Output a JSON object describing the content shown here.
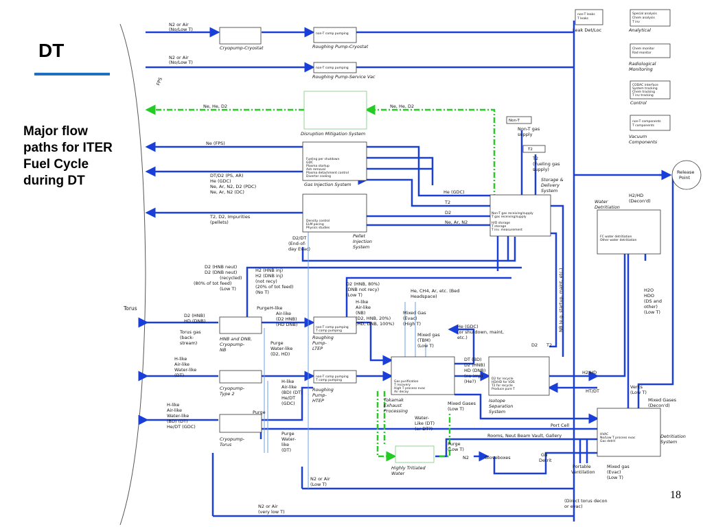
{
  "slide": {
    "title": "DT",
    "subtitle": "Major flow\npaths for ITER\nFuel Cycle\nduring DT",
    "page_number": "18"
  },
  "colors": {
    "flow_main": "#1a3fd8",
    "flow_thin": "#6aa0e0",
    "flow_dmss": "#22cc22",
    "accent_rule": "#1f6fbf",
    "box_stroke": "#333333"
  },
  "labels": {
    "torus": "Torus",
    "fps": "FPS",
    "n2air1": "N2 or Air",
    "n2air1b": "(No/Low T)",
    "n2air2": "N2 or Air",
    "n2air2b": "(No/Low T)",
    "cryo_cryostat": "Cryopump-Cryostat",
    "rp_cryostat_box": "non-T comp pumping",
    "rp_cryostat": "Roughing Pump-Cryostat",
    "rp_svc_box": "non-T comp pumping",
    "rp_svc": "Roughing Pump-Service Vac",
    "leak_l1": "non-T leaks",
    "leak_l2": "T leaks",
    "leak": "Leak Det/Loc",
    "analytical_l1": "Special analysis",
    "analytical_l2": "Chem analysis",
    "analytical_l3": "T inv",
    "analytical": "Analytical",
    "radmon_l1": "Chem monitor",
    "radmon_l2": "Rad monitor",
    "radmon1": "Radiological",
    "radmon2": "Monitoring",
    "control_l1": "CODAC interface",
    "control_l2": "System tracking",
    "control_l3": "Chem tracking",
    "control_l4": "T inv tracking",
    "control": "Control",
    "vacuum_l1": "non-T components",
    "vacuum_l2": "T components",
    "vacuum1": "Vacuum",
    "vacuum2": "Components",
    "release1": "Release",
    "release2": "Point",
    "ne_he_d2_left": "Ne, He, D2",
    "ne_he_d2_right": "Ne, He, D2",
    "dms": "Disruption Mitigation System",
    "nonT_box": "Non-T",
    "nonT_gas1": "Non-T gas",
    "nonT_gas2": "supply",
    "t2_box": "T2",
    "t2_fuel1": "T2",
    "t2_fuel2": "(Fueling gas",
    "t2_fuel3": "supply)",
    "ne_fps": "Ne (FPS)",
    "gis_l1": "Fueling per shutdown",
    "gis_l2": "GDC",
    "gis_l3": "Plasma startup",
    "gis_l4": "Ash removal",
    "gis_l5": "Plasma detachment control",
    "gis_l6": "Divertor cooling",
    "gis": "Gas Injection System",
    "gis_in1": "DT/D2 (PS, AR)",
    "gis_in2": "He (GDC)",
    "gis_in3": "Ne, Ar, N2, D2 (PDC)",
    "gis_in4": "Ne, Ar, N2 (DC)",
    "sds1": "Storage &",
    "sds2": "Delivery",
    "sds3": "System",
    "sds_l1": "Non-T gas receiving/supply",
    "sds_l2": "T gas receiving/supply",
    "sds_l3": "H/D storage",
    "sds_l4": "T storage",
    "sds_l5": "T inv. measurement",
    "he_gdc": "He (GDC)",
    "t2_a": "T2",
    "d2_a": "D2",
    "ne_ar_n2": "Ne, Ar, N2",
    "pellet_in1": "T2, D2, Impurities",
    "pellet_in2": "(pellets)",
    "pis_l1": "Density control",
    "pis_l2": "ELM pacing",
    "pis_l3": "Physics studies",
    "pis1": "Pellet",
    "pis2": "Injection",
    "pis3": "System",
    "evac1": "D2/DT",
    "evac2": "(End-of-",
    "evac3": "day Evac)",
    "nbin1": "D2 (HNB neut)",
    "nbin2": "D2 (DNB neut)",
    "nbin3": "(recycled)",
    "nbin4": "(80% of tot feed)",
    "nbin5": "(Low T)",
    "nbin6": "H2 (HNB inj)",
    "nbin7": "H2 (DNB inj)",
    "nbin8": "(not recy)",
    "nbin9": "(20% of tot feed)",
    "nbin10": "(No T)",
    "nb_d2_1": "D2 (HNB, 80%)",
    "nb_d2_2": "(DNB not recy)",
    "nb_d2_3": "(Low T)",
    "hlike1": "H-like",
    "hlike2": "Air-like",
    "hlike3": "(NB)",
    "hlike4": "(D2, HNB, 20%)",
    "hlike5": "(HD, DNB, 100%)",
    "headspace1": "He, CH4, Ar, etc. (Bed",
    "headspace2": "Headspace)",
    "mixgas1": "Mixed Gas",
    "mixgas2": "(Evac)",
    "mixgas3": "(High T)",
    "mixgas_tbm1": "Mixed gas",
    "mixgas_tbm2": "(TBM)",
    "mixgas_tbm3": "(Low T)",
    "he_gdc2_1": "He (GDC)",
    "he_gdc2_2": "(or shutdown, maint,",
    "he_gdc2_3": "etc.)",
    "d2_nb1": "D2 (HNB)",
    "d2_nb2": "HD (DNB)",
    "torus_gas1": "Torus gas",
    "torus_gas2": "(back-",
    "torus_gas3": "stream)",
    "purge_hlike1": "Purge",
    "purge_hlike2": "H-like",
    "purge_hlike3": "Air-like",
    "purge_hlike4": "(D2 HNB)",
    "purge_hlike5": "(HD DNB)",
    "hnb_dnb1": "HNB and DNB,",
    "hnb_dnb2": "Cryopump-",
    "hnb_dnb3": "NB",
    "ltep_box1": "non-T comp pumping",
    "ltep_box2": "T comp pumping",
    "ltep1": "Roughing",
    "ltep2": "Pump-",
    "ltep3": "LTEP",
    "purge_water1": "Purge",
    "purge_water2": "Water-like",
    "purge_water3": "(D2, HD)",
    "hlike_in1": "H-like",
    "hlike_in2": "Air-like",
    "hlike_in3": "Water-like",
    "hlike_in4": "(DT)",
    "cryo2_1": "Cryopump-",
    "cryo2_2": "Type 2",
    "hlike_dt1": "H-like",
    "hlike_dt2": "Air-like",
    "hlike_dt3": "(BD) (DT)",
    "hlike_dt4": "He/DT",
    "hlike_dt5": "(GDC)",
    "htep_box1": "non-T comp pumping",
    "htep_box2": "T comp pumping",
    "htep1": "Roughing",
    "htep2": "Pump-",
    "htep3": "HTEP",
    "tep_l1": "Gas purification",
    "tep_l2": "T recovery",
    "tep_l3": "High T process evac",
    "tep_l4": "Air decay",
    "tep1": "Tokamak",
    "tep2": "Exhaust",
    "tep3": "Processing",
    "dt_out1": "DT (BD)",
    "dt_out2": "D2 (HNB)",
    "dt_out3": "HD (DNB)",
    "dt_out4": "(no imp)",
    "dt_out5": "(He?)",
    "d2_v": "D2",
    "t2_v": "T2",
    "ns_v": "NB (e.g. startup, maint, etc.)",
    "isl1": "D2 for recycle",
    "isl2": "HD/HD for VDS",
    "isl3": "T2 for recycle",
    "isl4": "Produce pure T",
    "isotope1": "Isotope",
    "isotope2": "Separation",
    "isotope3": "System",
    "h2hd": "H2/HD",
    "htdt": "HT/DT",
    "wdl1": "FC water detritiation",
    "wdl2": "Other water detritiation",
    "wds1": "Water",
    "wds2": "Detritiation",
    "h2hd_out1": "H2/HD",
    "h2hd_out2": "(Decon'd)",
    "h2o1": "H2O",
    "h2o2": "HDO",
    "h2o3": "(DS and",
    "h2o4": "other)",
    "h2o5": "(Low T)",
    "vents1": "Vents",
    "vents2": "(Low T)",
    "mixgas_decon1": "Mixed Gases",
    "mixgas_decon2": "(Decon'd)",
    "mixgas_low1": "Mixed Gases",
    "mixgas_low2": "(Low T)",
    "cryo_torus_in1": "H-like",
    "cryo_torus_in2": "Air-like",
    "cryo_torus_in3": "Water-like",
    "cryo_torus_in4": "(BD) (DT)",
    "cryo_torus_in5": "He/DT (GDC)",
    "purge3": "Purge",
    "cryo_torus1": "Cryopump-",
    "cryo_torus2": "Torus",
    "purge_water_dt1": "Purge",
    "purge_water_dt2": "Water-",
    "purge_water_dt3": "like",
    "purge_water_dt4": "(DT)",
    "water_like1": "Water-",
    "water_like2": "Like (DT)",
    "water_like3": "(or DT?)",
    "purge4": "Purge",
    "purge4b": "(Low T)",
    "portcell": "Port Cell",
    "rooms": "Rooms, Neut Beam Vault, Gallery",
    "n2_gb": "N2",
    "gloveboxes": "Gloveboxes",
    "gb_detrit1": "GB",
    "gb_detrit2": "Detrit",
    "portable1": "Portable",
    "portable2": "Ventilation",
    "mix_evac1": "Mixed gas",
    "mix_evac2": "(Evac)",
    "mix_evac3": "(Low T)",
    "hvac1": "HVAC",
    "hvac2": "No/Low T process evac",
    "hvac3": "Gas detrit",
    "detrit1": "Detritiation",
    "detrit2": "System",
    "htw1": "Highly Tritiated",
    "htw2": "Water",
    "n2air3": "N2 or Air",
    "n2air3b": "(Low T)",
    "n2air4": "N2 or Air",
    "n2air4b": "(very low T)",
    "direct1": "(Direct torus decon",
    "direct2": "or evac)"
  }
}
